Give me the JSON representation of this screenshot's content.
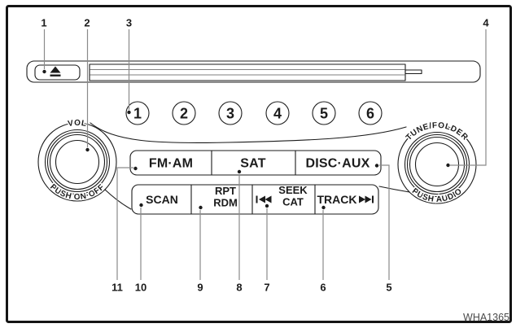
{
  "figure": {
    "code": "WHA1365"
  },
  "colors": {
    "ink": "#1b1b1b",
    "callout": "#8a8a8a",
    "frame": "#141414",
    "code": "#4a4a4a",
    "paper": "#ffffff"
  },
  "callouts": {
    "top": [
      {
        "number": "1"
      },
      {
        "number": "2"
      },
      {
        "number": "3"
      },
      {
        "number": "4"
      }
    ],
    "bottom": [
      {
        "number": "11"
      },
      {
        "number": "10"
      },
      {
        "number": "9"
      },
      {
        "number": "8"
      },
      {
        "number": "7"
      },
      {
        "number": "6"
      },
      {
        "number": "5"
      }
    ]
  },
  "unit": {
    "eject": {
      "icon": "eject-icon"
    },
    "presets": [
      {
        "label": "1"
      },
      {
        "label": "2"
      },
      {
        "label": "3"
      },
      {
        "label": "4"
      },
      {
        "label": "5"
      },
      {
        "label": "6"
      }
    ],
    "knob_left": {
      "top": "VOL",
      "bottom": "PUSH ON·OFF"
    },
    "knob_right": {
      "top": "TUNE/FOLDER",
      "bottom": "PUSH AUDIO"
    },
    "row1": [
      {
        "label": "FM·AM"
      },
      {
        "label": "SAT"
      },
      {
        "label": "DISC·AUX"
      }
    ],
    "row2": [
      {
        "label": "SCAN"
      },
      {
        "line1": "RPT",
        "line2": "RDM"
      },
      {
        "icon": "seek-back-icon",
        "line1": "SEEK",
        "line2": "CAT"
      },
      {
        "label": "TRACK",
        "icon": "seek-forward-icon"
      }
    ]
  }
}
